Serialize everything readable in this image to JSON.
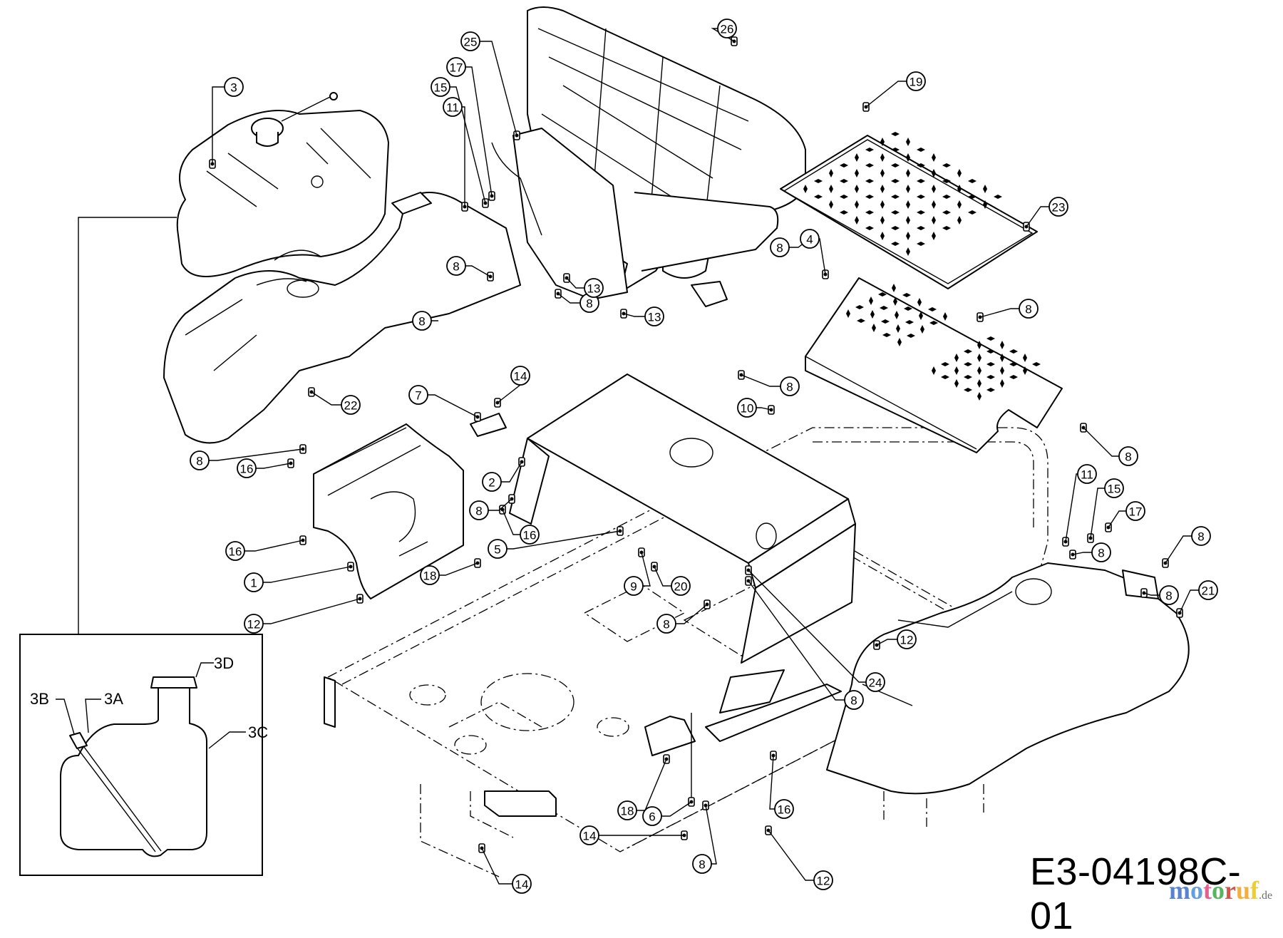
{
  "diagram": {
    "title": "Exploded parts diagram – fuel tank, seat, fenders and frame",
    "drawing_number": "E3-04198C-01",
    "watermark": {
      "text_chars": [
        "m",
        "o",
        "t",
        "o",
        "r",
        "u",
        "f"
      ],
      "tld": ".de",
      "colors": [
        "#3b6fc7",
        "#4a8fd8",
        "#e0457b",
        "#3aa845",
        "#c63b2e",
        "#f0a21a",
        "#e8c41a"
      ]
    },
    "callouts": [
      {
        "id": "c3",
        "label": "3",
        "part": "fuel tank"
      },
      {
        "id": "c11a",
        "label": "11"
      },
      {
        "id": "c15a",
        "label": "15"
      },
      {
        "id": "c17a",
        "label": "17"
      },
      {
        "id": "c25",
        "label": "25",
        "part": "seat bracket"
      },
      {
        "id": "c26",
        "label": "26",
        "part": "seat"
      },
      {
        "id": "c19",
        "label": "19"
      },
      {
        "id": "c23",
        "label": "23",
        "part": "foot plate"
      },
      {
        "id": "c4",
        "label": "4",
        "part": "floor pan"
      },
      {
        "id": "c8a",
        "label": "8"
      },
      {
        "id": "c8b",
        "label": "8"
      },
      {
        "id": "c8c",
        "label": "8"
      },
      {
        "id": "c8d",
        "label": "8"
      },
      {
        "id": "c8e",
        "label": "8"
      },
      {
        "id": "c8f",
        "label": "8"
      },
      {
        "id": "c8g",
        "label": "8"
      },
      {
        "id": "c8h",
        "label": "8"
      },
      {
        "id": "c8i",
        "label": "8"
      },
      {
        "id": "c8j",
        "label": "8"
      },
      {
        "id": "c8k",
        "label": "8"
      },
      {
        "id": "c8l",
        "label": "8"
      },
      {
        "id": "c8m",
        "label": "8"
      },
      {
        "id": "c8n",
        "label": "8"
      },
      {
        "id": "c8o",
        "label": "8"
      },
      {
        "id": "c13a",
        "label": "13"
      },
      {
        "id": "c13b",
        "label": "13"
      },
      {
        "id": "c14a",
        "label": "14"
      },
      {
        "id": "c14b",
        "label": "14"
      },
      {
        "id": "c14c",
        "label": "14"
      },
      {
        "id": "c7",
        "label": "7"
      },
      {
        "id": "c22",
        "label": "22",
        "part": "left fender"
      },
      {
        "id": "c2",
        "label": "2",
        "part": "center console"
      },
      {
        "id": "c10",
        "label": "10"
      },
      {
        "id": "c16a",
        "label": "16"
      },
      {
        "id": "c16b",
        "label": "16"
      },
      {
        "id": "c16c",
        "label": "16"
      },
      {
        "id": "c16d",
        "label": "16"
      },
      {
        "id": "c5",
        "label": "5"
      },
      {
        "id": "c1",
        "label": "1",
        "part": "left bracket"
      },
      {
        "id": "c18a",
        "label": "18"
      },
      {
        "id": "c18b",
        "label": "18"
      },
      {
        "id": "c12a",
        "label": "12"
      },
      {
        "id": "c12b",
        "label": "12"
      },
      {
        "id": "c12c",
        "label": "12"
      },
      {
        "id": "c9",
        "label": "9"
      },
      {
        "id": "c20",
        "label": "20"
      },
      {
        "id": "c24",
        "label": "24"
      },
      {
        "id": "c6",
        "label": "6"
      },
      {
        "id": "c11b",
        "label": "11"
      },
      {
        "id": "c15b",
        "label": "15"
      },
      {
        "id": "c17b",
        "label": "17"
      },
      {
        "id": "c21",
        "label": "21",
        "part": "right fender"
      }
    ],
    "inset": {
      "title": "Fuel tank cross-section",
      "labels": {
        "a": "3A",
        "b": "3B",
        "c": "3C",
        "d": "3D"
      }
    }
  }
}
